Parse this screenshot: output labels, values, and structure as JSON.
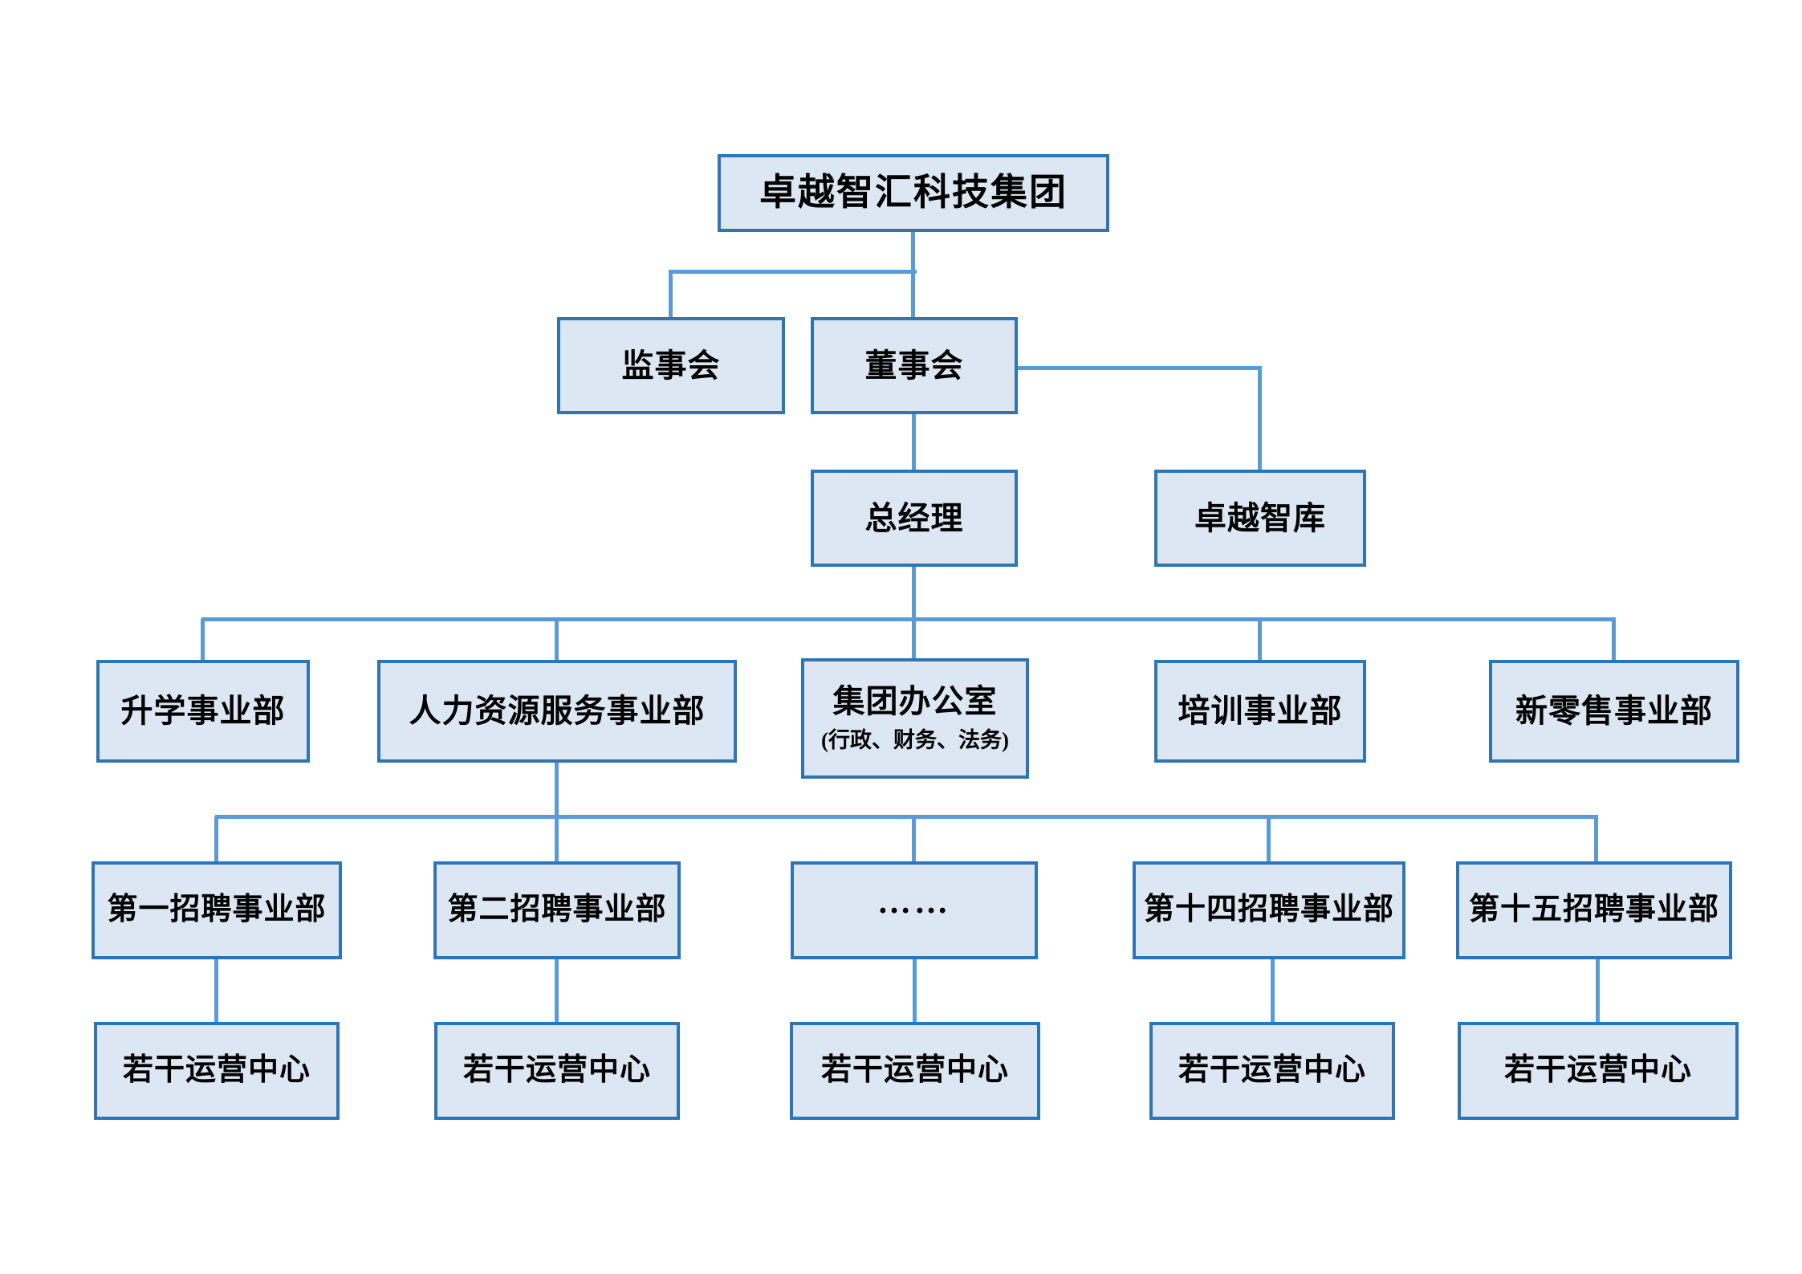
{
  "diagram": {
    "type": "org-chart",
    "root": {
      "label": "卓越智汇科技集团"
    },
    "governance": {
      "supervisory_board": {
        "label": "监事会"
      },
      "board_of_directors": {
        "label": "董事会"
      },
      "general_manager": {
        "label": "总经理"
      },
      "think_tank": {
        "label": "卓越智库"
      }
    },
    "divisions": [
      {
        "label": "升学事业部"
      },
      {
        "label": "人力资源服务事业部"
      },
      {
        "label": "集团办公室",
        "sublabel": "(行政、财务、法务)"
      },
      {
        "label": "培训事业部"
      },
      {
        "label": "新零售事业部"
      }
    ],
    "recruitment_units": [
      {
        "label": "第一招聘事业部"
      },
      {
        "label": "第二招聘事业部"
      },
      {
        "label": "……"
      },
      {
        "label": "第十四招聘事业部"
      },
      {
        "label": "第十五招聘事业部"
      }
    ],
    "operation_centers": [
      {
        "label": "若干运营中心"
      },
      {
        "label": "若干运营中心"
      },
      {
        "label": "若干运营中心"
      },
      {
        "label": "若干运营中心"
      },
      {
        "label": "若干运营中心"
      }
    ],
    "colors": {
      "box_fill": "#dce7f3",
      "box_border": "#2e75b6",
      "connector": "#5b9bd5",
      "text": "#000000",
      "background": "#ffffff"
    }
  }
}
